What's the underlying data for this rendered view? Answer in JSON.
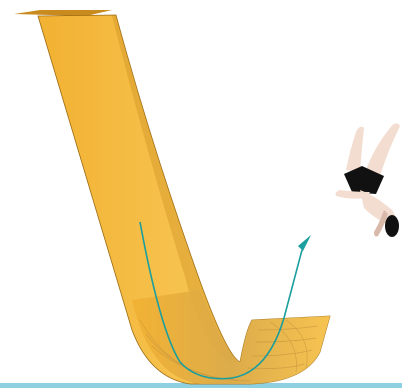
{
  "scene": {
    "subject": "ski-jump-ramp-with-jumping-person",
    "colors": {
      "background": "#ffffff",
      "ramp_fill": "#f2b132",
      "ramp_light": "#f7c654",
      "ramp_dark": "#c98a1e",
      "ramp_edge": "#9a6a12",
      "ramp_bottom_fill": "#d9a94a",
      "ramp_bottom_grain": "#b98a3a",
      "trajectory": "#1a9e9e",
      "water": "#8dd0e2",
      "skin": "#f3dcd0",
      "skin_shadow": "#d9b9aa",
      "shorts": "#111111",
      "hair": "#111111"
    },
    "icons": {
      "ramp": "curved-ramp-shape",
      "trajectory": "motion-path-arrow",
      "person": "jumping-person-figure",
      "water": "water-surface-line"
    }
  }
}
